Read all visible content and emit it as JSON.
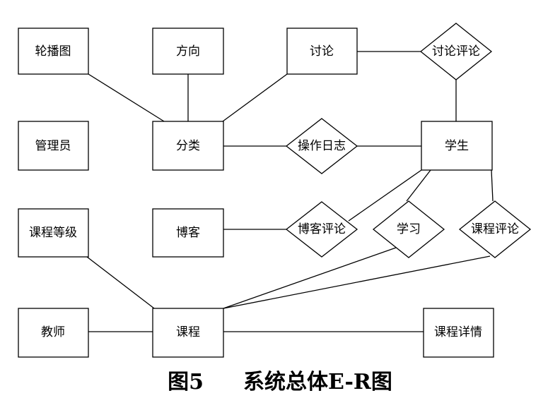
{
  "entities": {
    "lunbotu": "轮播图",
    "fangxiang": "方向",
    "taolun": "讨论",
    "guanliyuan": "管理员",
    "fenlei": "分类",
    "xuesheng": "学生",
    "kechengdengji": "课程等级",
    "boke": "博客",
    "jiaoshi": "教师",
    "kecheng": "课程",
    "kechengxiangqing": "课程详情"
  },
  "relationships": {
    "taolunpinglun": "讨论评论",
    "caozuorizhi": "操作日志",
    "bokepinglun": "博客评论",
    "xuexi": "学习",
    "kechengpinglun": "课程评论"
  },
  "caption": {
    "figure_number": "图5",
    "title": "系统总体E-R图"
  }
}
